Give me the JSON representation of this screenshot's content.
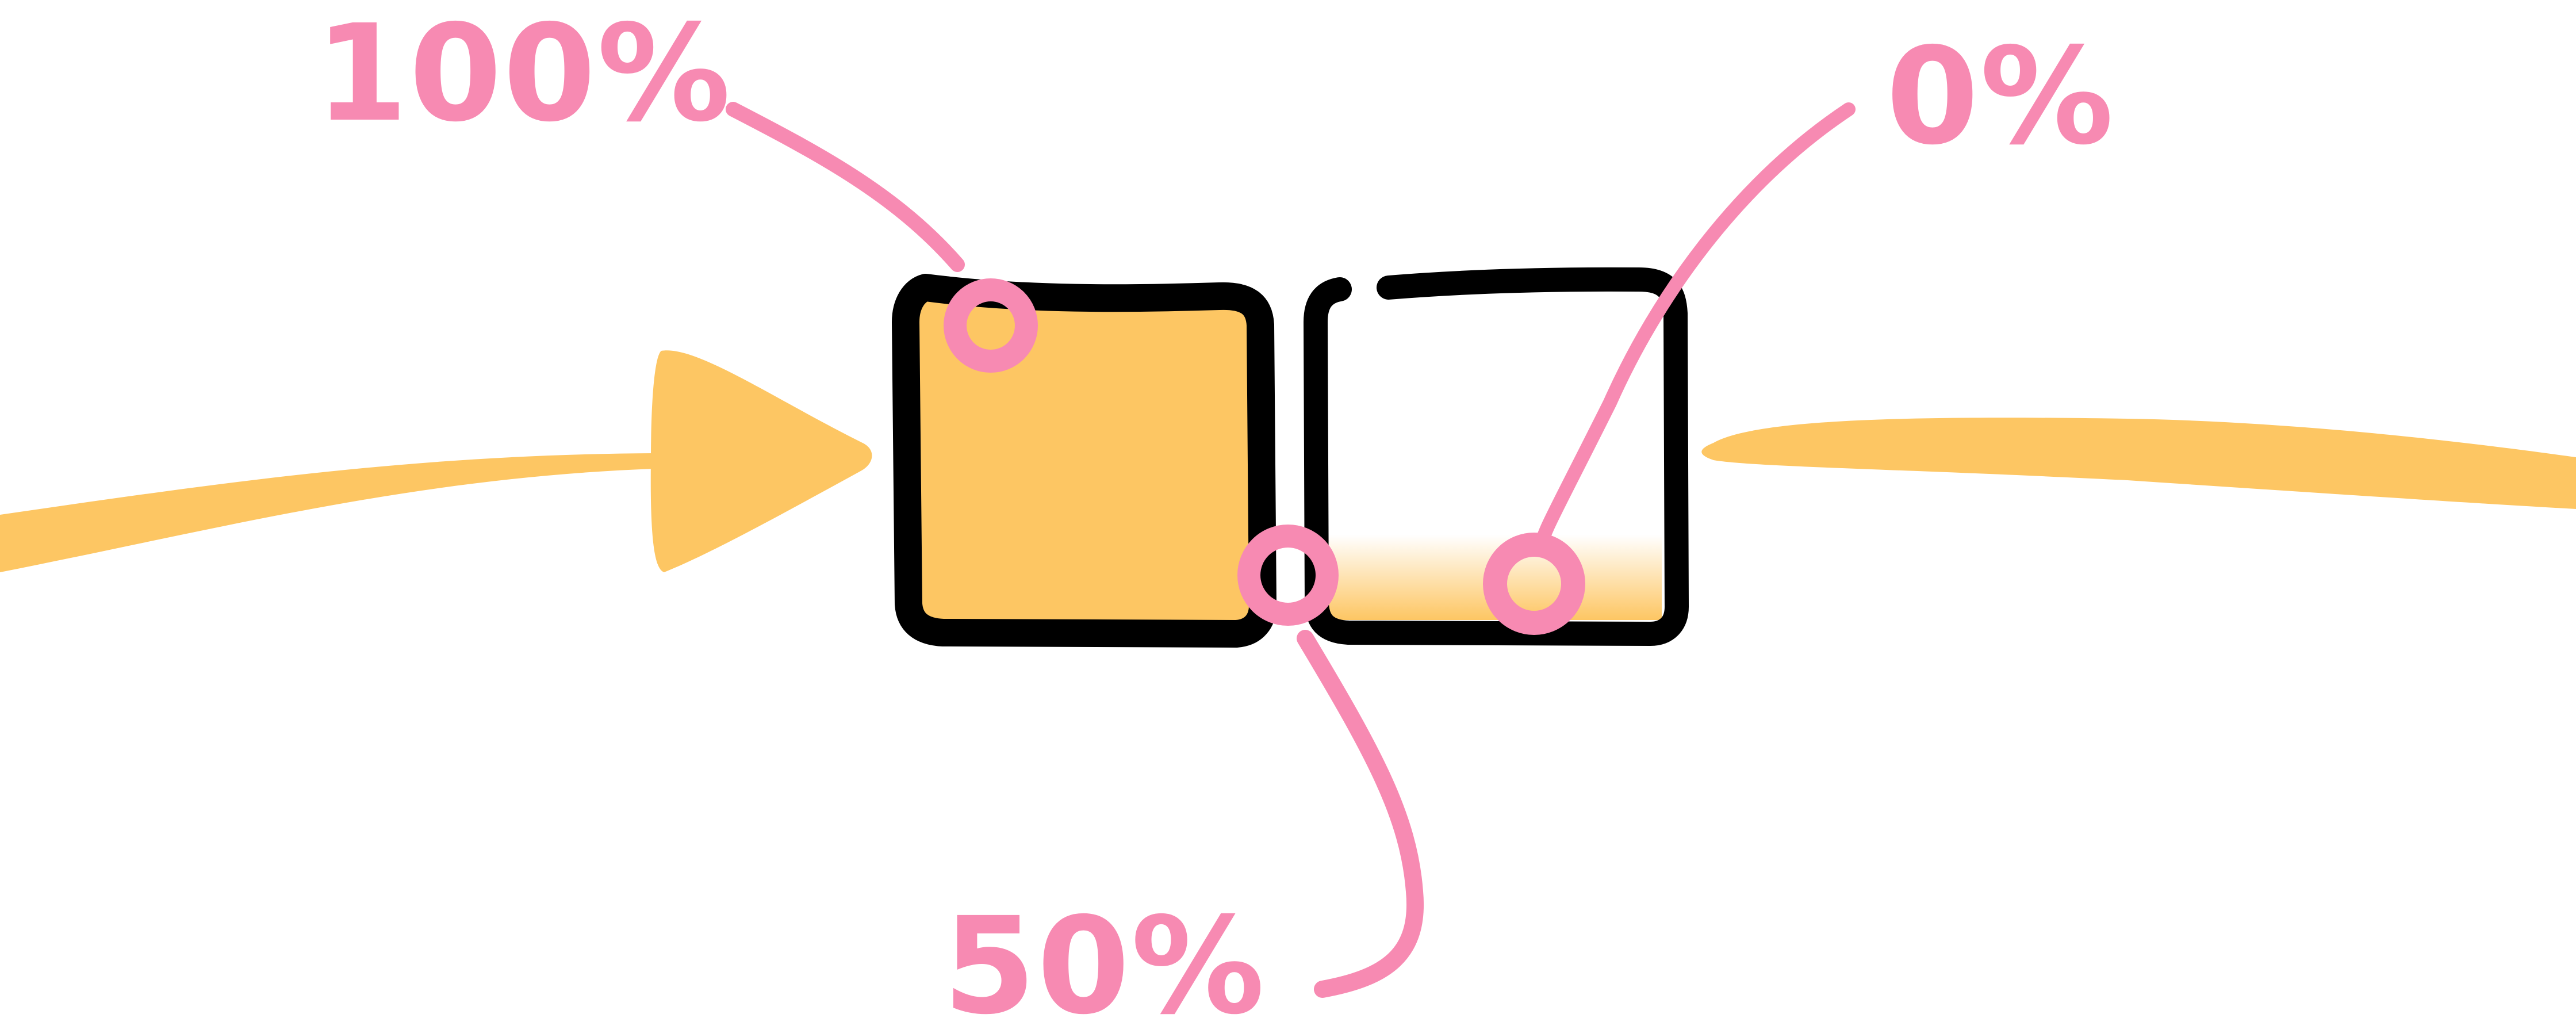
{
  "labels": {
    "top_left": "100%",
    "top_right": "0%",
    "bottom": "50%"
  },
  "colors": {
    "accent_yellow": "#FDC663",
    "annotation_pink": "#F78AB2",
    "outline_black": "#000000",
    "background": "#FFFFFF"
  },
  "fill_levels": {
    "left_square": 1.0,
    "right_square": 0.0
  }
}
